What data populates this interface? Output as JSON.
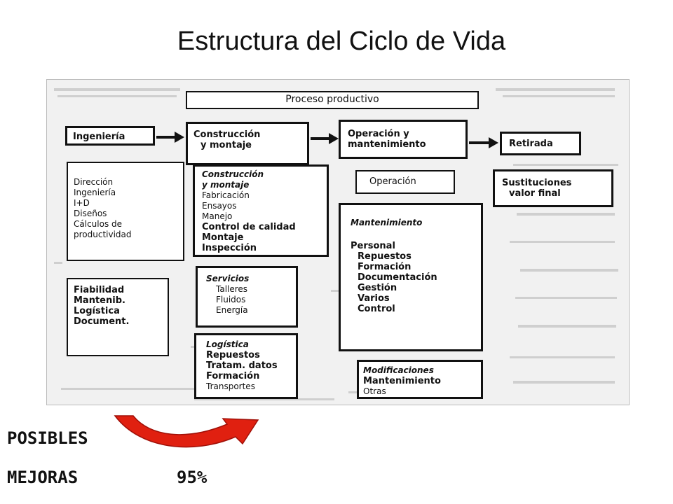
{
  "title": "Estructura del Ciclo de Vida",
  "diagram": {
    "header": "Proceso productivo",
    "stages": {
      "ingenieria": "Ingeniería",
      "construccion": [
        "Construcción",
        "y montaje"
      ],
      "operacion": [
        "Operación y",
        "mantenimiento"
      ],
      "retirada": "Retirada"
    },
    "ingenieria_detail": [
      "Dirección",
      "Ingeniería",
      "I+D",
      "Diseños",
      "Cálculos de",
      "productividad"
    ],
    "ingenieria_extra": [
      "Fiabilidad",
      "Mantenib.",
      "Logística",
      "Document."
    ],
    "construccion_detail": {
      "heading": [
        "Construcción",
        "y montaje"
      ],
      "items_small": [
        "Fabricación",
        "Ensayos",
        "Manejo"
      ],
      "items_bold": [
        "Control de calidad",
        "Montaje",
        "Inspección"
      ]
    },
    "servicios": {
      "heading": "Servicios",
      "items": [
        "Talleres",
        "Fluidos",
        "Energía"
      ]
    },
    "logistica": {
      "heading": "Logística",
      "items": [
        "Repuestos",
        "Tratam. datos",
        "Formación",
        "Transportes"
      ]
    },
    "operacion_box": "Operación",
    "mantenimiento": {
      "heading": "Mantenimiento",
      "lead": "Personal",
      "items": [
        "Repuestos",
        "Formación",
        "Documentación",
        "Gestión",
        "Varios",
        "Control"
      ]
    },
    "modificaciones": {
      "heading": "Modificaciones",
      "items": [
        "Mantenimiento",
        "Otras"
      ]
    },
    "retirada_detail": [
      "Sustituciones",
      "valor final"
    ]
  },
  "footer": {
    "line1": "POSIBLES",
    "line2": "MEJORAS",
    "percent": "95%",
    "arrow_color": "#e02010"
  }
}
